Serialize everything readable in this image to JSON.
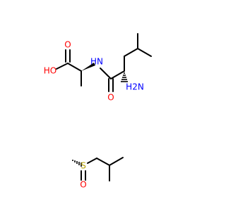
{
  "colors": {
    "carbon_bond": "#000000",
    "oxygen": "#ff0000",
    "nitrogen": "#0000ff",
    "sulfur": "#b5a000",
    "background": "#ffffff"
  },
  "molecule_1": {
    "atom_labels": {
      "oh": "HO",
      "carbonyl_o_acid": "O",
      "amide_nh": "HN",
      "amide_o": "O",
      "amine_h2n": "H2N"
    }
  },
  "molecule_2": {
    "atom_labels": {
      "sulfur": "S",
      "sulfoxide_o": "O"
    }
  }
}
